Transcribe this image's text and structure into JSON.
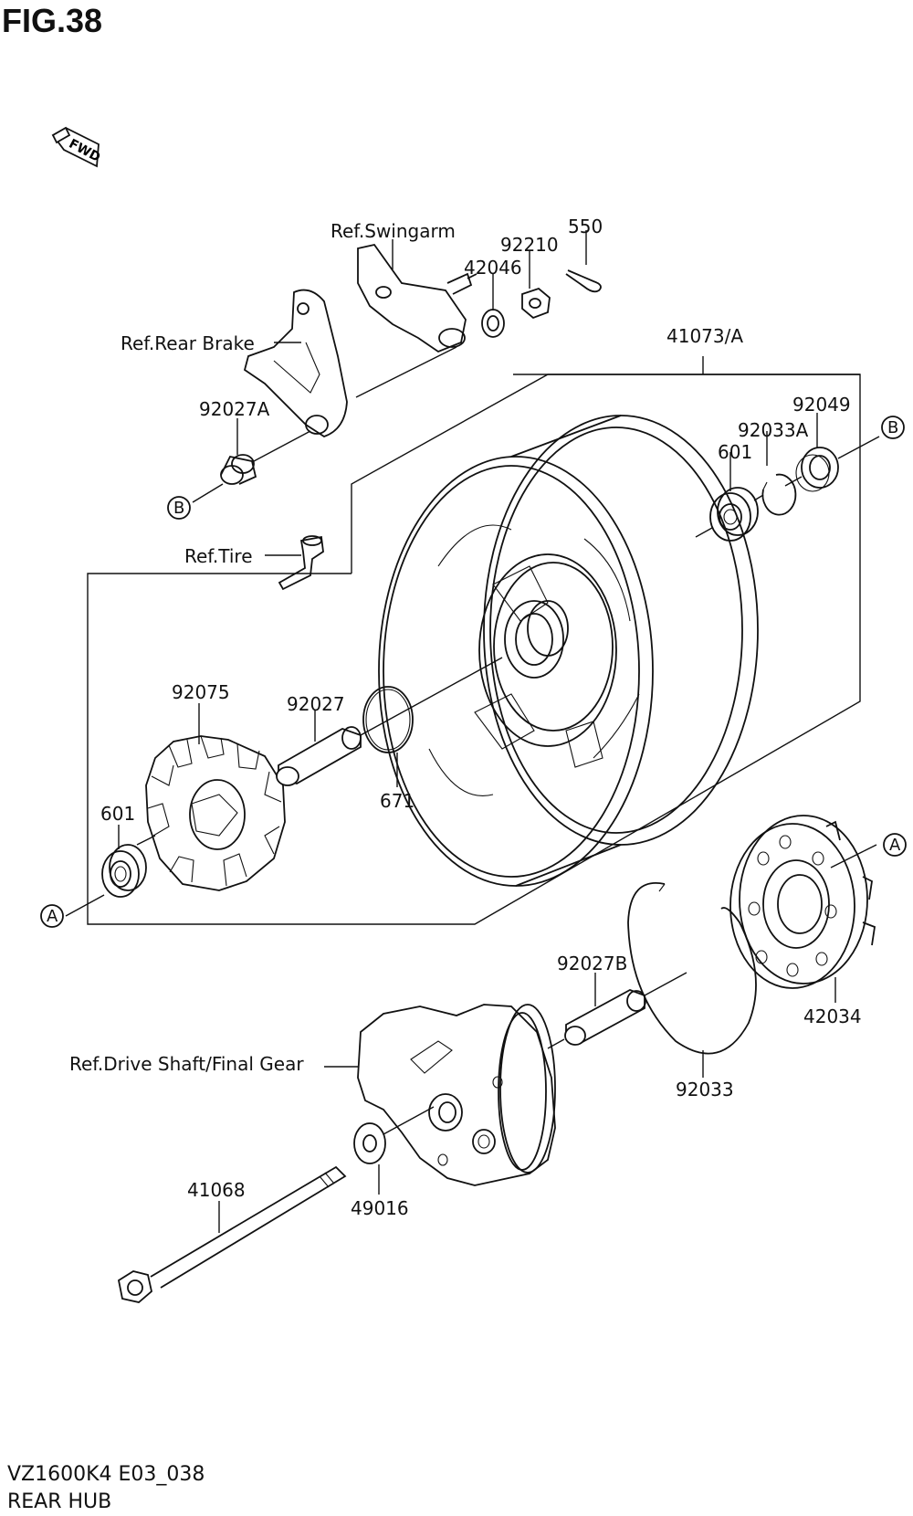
{
  "figure": {
    "title": "FIG.38"
  },
  "fwd_label": "FWD",
  "footer": {
    "model_code": "VZ1600K4 E03_038",
    "section_name": "REAR HUB"
  },
  "labels": {
    "ref_swingarm": "Ref.Swingarm",
    "p550": "550",
    "p92210": "92210",
    "p42046": "42046",
    "ref_rear_brake": "Ref.Rear Brake",
    "p41073a": "41073/A",
    "p92027a": "92027A",
    "p92049": "92049",
    "p92033a": "92033A",
    "p601_top": "601",
    "ref_tire": "Ref.Tire",
    "p92075": "92075",
    "p92027": "92027",
    "p671": "671",
    "p601_left": "601",
    "p92027b": "92027B",
    "p42034": "42034",
    "ref_drive_shaft": "Ref.Drive Shaft/Final Gear",
    "p92033": "92033",
    "p41068": "41068",
    "p49016": "49016"
  },
  "connectors": {
    "a": "A",
    "b": "B"
  }
}
